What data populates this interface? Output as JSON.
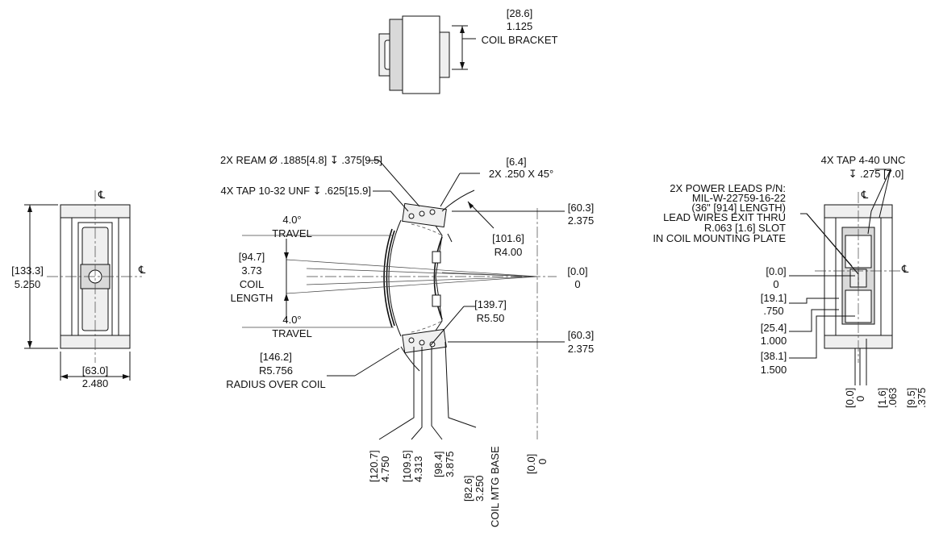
{
  "top_view": {
    "dim_mm": "[28.6]",
    "dim_in": "1.125",
    "label": "COIL BRACKET"
  },
  "left_view": {
    "centerline": "℄",
    "height_mm": "[133.3]",
    "height_in": "5.250",
    "width_mm": "[63.0]",
    "width_in": "2.480"
  },
  "center_view": {
    "ream_note": "2X REAM Ø .1885[4.8] ↧ .375[9.5]",
    "tap_note": "4X TAP 10-32 UNF ↧ .625[15.9]",
    "chamfer_mm": "[6.4]",
    "chamfer_note": "2X  .250  X 45°",
    "travel_top_deg": "4.0°",
    "travel_top_label": "TRAVEL",
    "coil_length_mm": "[94.7]",
    "coil_length_in": "3.73",
    "coil_length_label1": "COIL",
    "coil_length_label2": "LENGTH",
    "travel_bottom_deg": "4.0°",
    "travel_bottom_label": "TRAVEL",
    "top_offset_mm": "[60.3]",
    "top_offset_in": "2.375",
    "r4_mm": "[101.6]",
    "r4_in": "R4.00",
    "origin_mm": "[0.0]",
    "origin_in": "0",
    "r55_mm": "[139.7]",
    "r55_in": "R5.50",
    "bottom_offset_mm": "[60.3]",
    "bottom_offset_in": "2.375",
    "rcoil_mm": "[146.2]",
    "rcoil_in": "R5.756",
    "rcoil_label": "RADIUS OVER COIL",
    "bottom_dims": [
      {
        "mm": "[120.7]",
        "in": "4.750"
      },
      {
        "mm": "[109.5]",
        "in": "4.313"
      },
      {
        "mm": "[98.4]",
        "in": "3.875"
      },
      {
        "mm": "[82.6]",
        "in": "3.250"
      }
    ],
    "base_label": "COIL MTG BASE",
    "zero_mm": "[0.0]",
    "zero_in": "0"
  },
  "right_view": {
    "tap_note1": "4X TAP 4-40 UNC",
    "tap_note2": "↧ .275 [7.0]",
    "leads_lines": [
      "2X POWER LEADS P/N:",
      "MIL-W-22759-16-22",
      "(36\" [914] LENGTH)",
      "LEAD WIRES EXIT THRU",
      "R.063 [1.6] SLOT",
      "IN COIL MOUNTING PLATE"
    ],
    "centerline_top": "℄",
    "centerline_right": "℄",
    "left_dims": [
      {
        "mm": "[0.0]",
        "in": "0"
      },
      {
        "mm": "[19.1]",
        "in": ".750"
      },
      {
        "mm": "[25.4]",
        "in": "1.000"
      },
      {
        "mm": "[38.1]",
        "in": "1.500"
      }
    ],
    "bottom_dims": [
      {
        "mm": "[0.0]",
        "in": "0"
      },
      {
        "mm": "[1.6]",
        "in": ".063"
      },
      {
        "mm": "[9.5]",
        "in": ".375"
      }
    ]
  }
}
